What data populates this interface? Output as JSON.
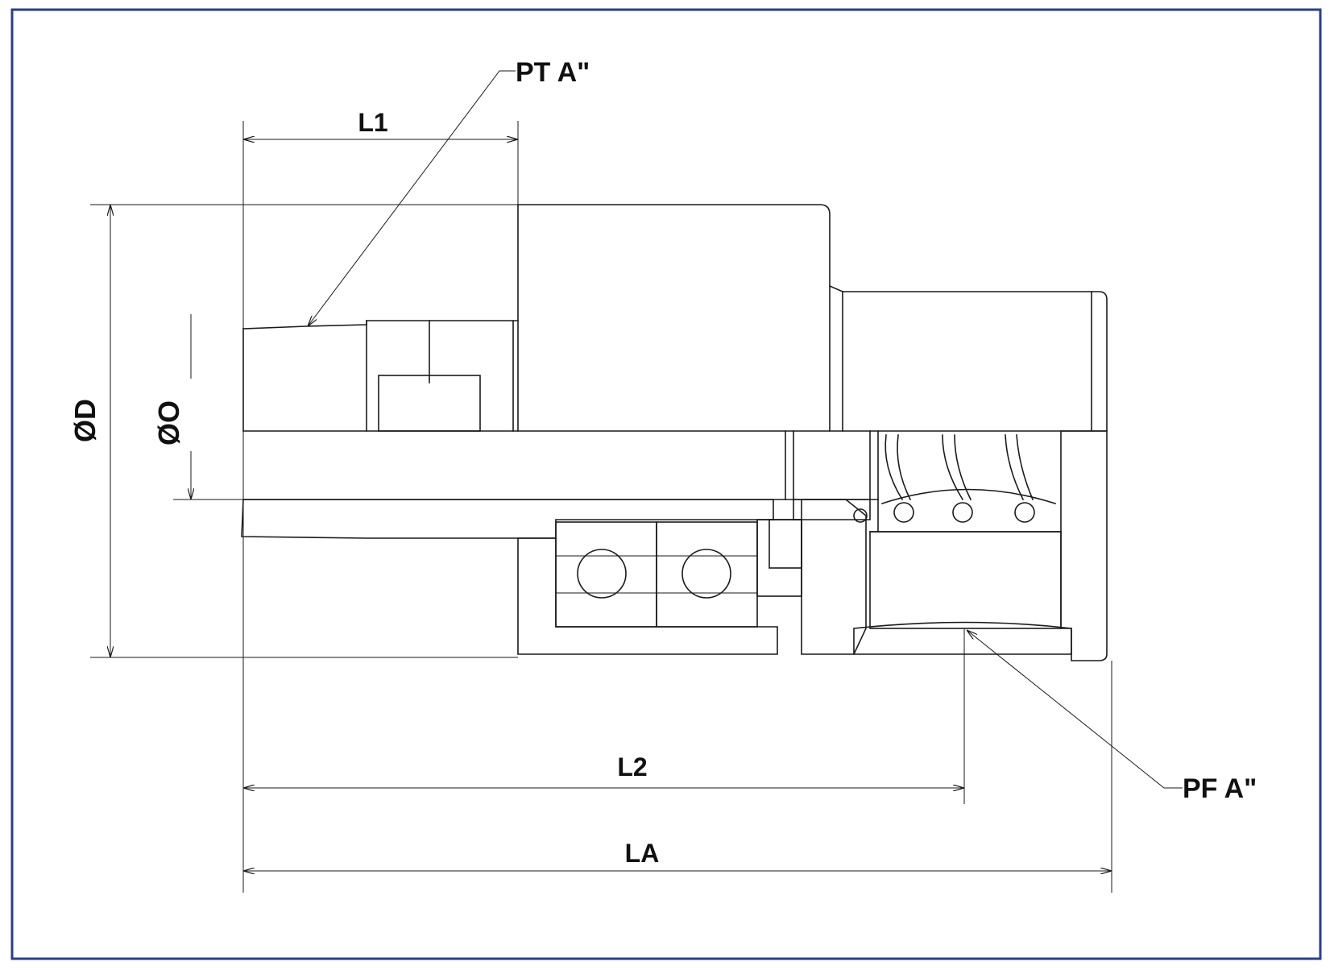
{
  "colors": {
    "frame": "#2b3f86",
    "ink": "#1a1a1a",
    "paper": "#ffffff"
  },
  "labels": {
    "pt": "PT A\"",
    "pf": "PF A\"",
    "l1": "L1",
    "l2": "L2",
    "la": "LA",
    "od": "ØD",
    "oo": "ØO"
  }
}
